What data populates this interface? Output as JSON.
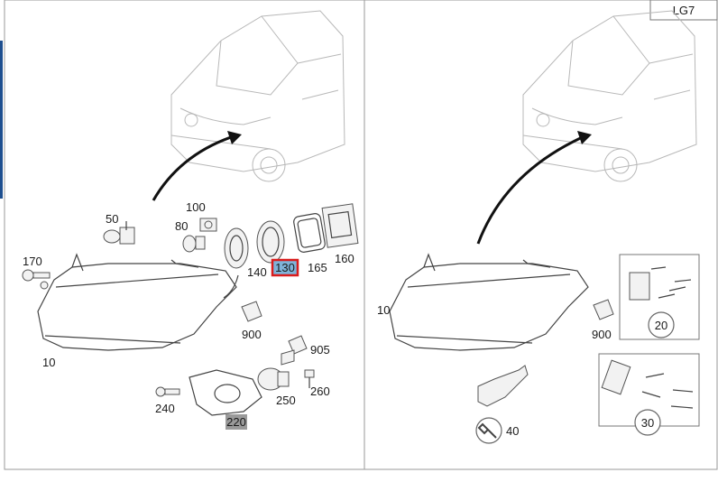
{
  "sheet_code": "LG7",
  "left_panel": {
    "callouts": {
      "c10": "10",
      "c50": "50",
      "c80": "80",
      "c100": "100",
      "c130": "130",
      "c140": "140",
      "c160": "160",
      "c165": "165",
      "c170": "170",
      "c220": "220",
      "c240": "240",
      "c250": "250",
      "c260": "260",
      "c900": "900",
      "c905": "905"
    },
    "highlighted_part": "130"
  },
  "right_panel": {
    "callouts": {
      "c10": "10",
      "c20": "20",
      "c30": "30",
      "c40": "40",
      "c900": "900"
    }
  },
  "colors": {
    "highlight_border": "#d91c1c",
    "highlight_fill": "#7fb3d9",
    "gray_label_bg": "#9a9a9a",
    "sidebar_accent": "#1e4f8f"
  }
}
